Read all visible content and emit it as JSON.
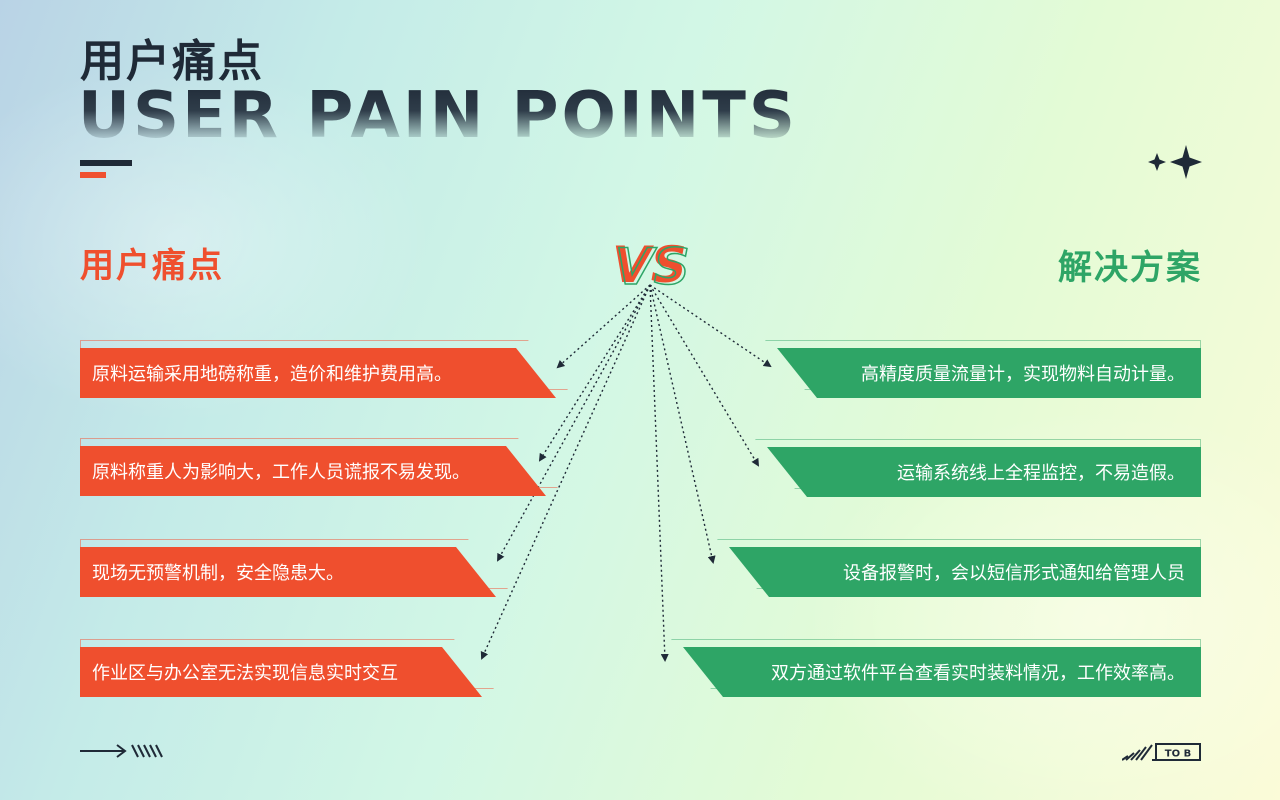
{
  "header": {
    "title_cn": "用户痛点",
    "title_en": "USER PAIN POINTS"
  },
  "columns": {
    "left_heading": "用户痛点",
    "right_heading": "解决方案",
    "vs_label": "VS"
  },
  "pain_points": [
    "原料运输采用地磅称重，造价和维护费用高。",
    "原料称重人为影响大，工作人员谎报不易发现。",
    "现场无预警机制，安全隐患大。",
    "作业区与办公室无法实现信息实时交互"
  ],
  "solutions": [
    "高精度质量流量计，实现物料自动计量。",
    "运输系统线上全程监控，不易造假。",
    "设备报警时，会以短信形式通知给管理人员",
    "双方通过软件平台查看实时装料情况，工作效率高。"
  ],
  "footer": {
    "badge": "TO B"
  },
  "colors": {
    "pain": "#ef4f2e",
    "solution": "#2ea566",
    "dark": "#1f2a37"
  },
  "icons": {
    "top_right": "sparkle-icon",
    "bottom_left": "arrow-right-icon",
    "bottom_right": "stripes-icon"
  }
}
